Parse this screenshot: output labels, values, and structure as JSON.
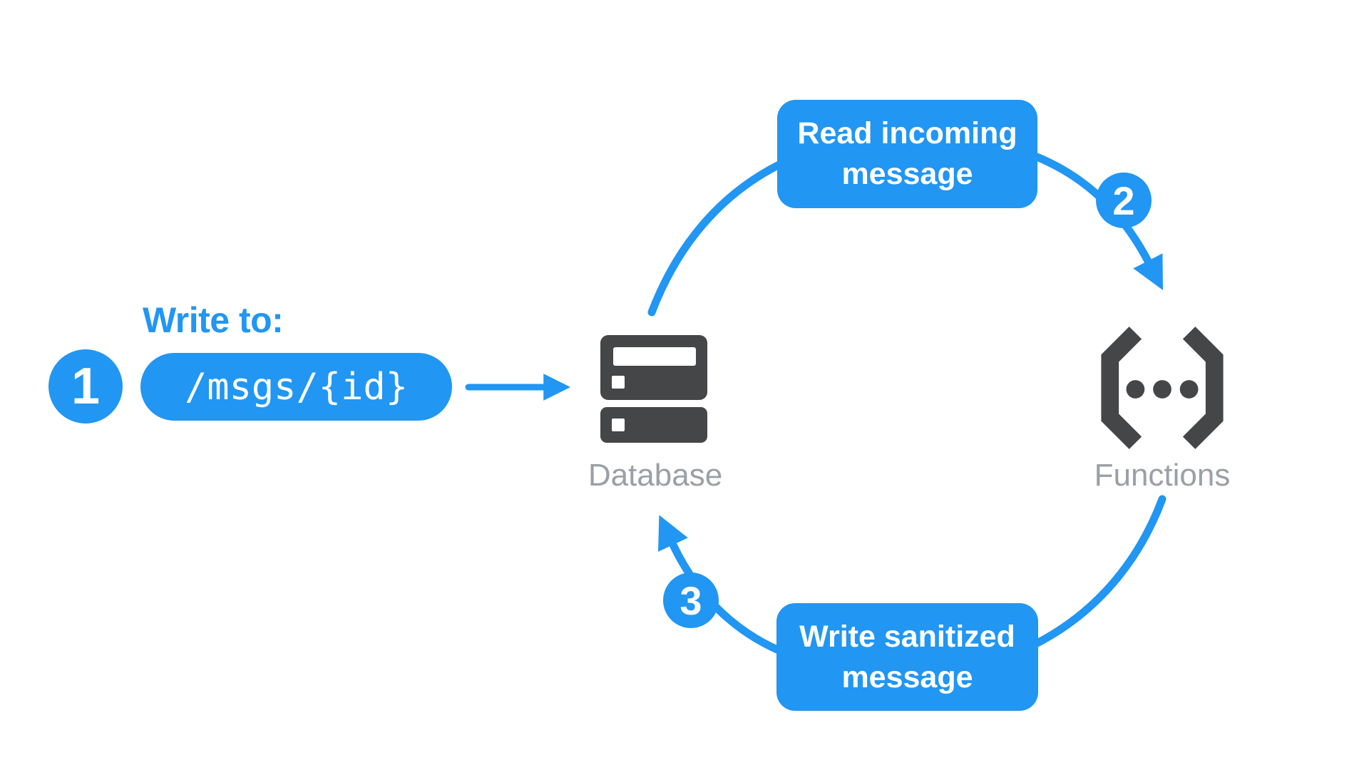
{
  "colors": {
    "accent": "#2196F3",
    "icon_dark": "#444648",
    "label_gray": "#9AA0A6",
    "white": "#FFFFFF"
  },
  "step1": {
    "number": "1",
    "label": "Write to:",
    "path": "/msgs/{id}"
  },
  "nodes": {
    "database": {
      "label": "Database",
      "icon": "database-icon"
    },
    "functions": {
      "label": "Functions",
      "icon": "functions-icon"
    }
  },
  "steps": [
    {
      "number": "2",
      "lines": [
        "Read incoming",
        "message"
      ]
    },
    {
      "number": "3",
      "lines": [
        "Write sanitized",
        "message"
      ]
    }
  ]
}
